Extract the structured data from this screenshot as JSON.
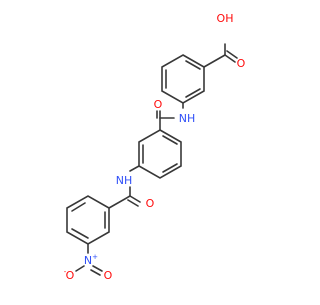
{
  "colors": {
    "bond": "#383838",
    "oxygen": "#ff0d0d",
    "nitrogen": "#3050f8"
  },
  "molecule": {
    "atoms": {
      "oh": "OH",
      "o_acid": "O",
      "nh_top": "NH",
      "o_amide_top": "O",
      "nh_mid": "NH",
      "o_amide_bottom": "O",
      "n_nitro": "N",
      "n_nitro_charge": "+",
      "o_nitro_left": "O",
      "o_nitro_left_charge": "-",
      "o_nitro_right": "O"
    }
  }
}
